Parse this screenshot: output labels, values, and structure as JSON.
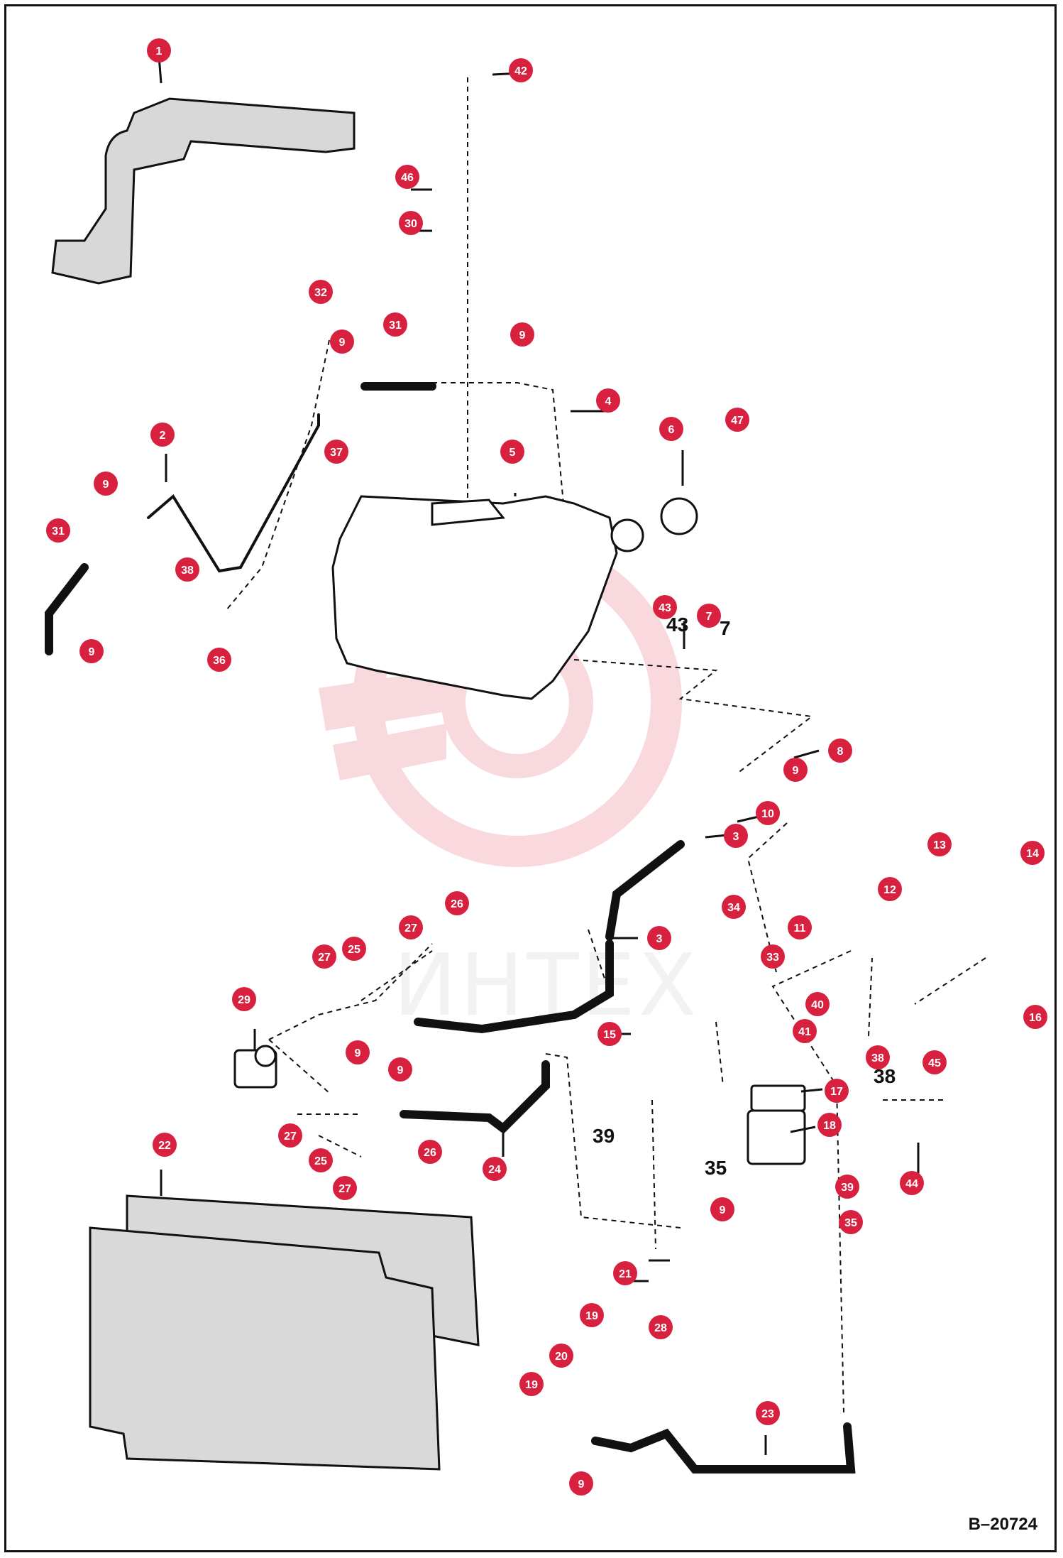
{
  "drawing_code": "B–20724",
  "watermark_text": "ИНТЕХ",
  "accent_color": "#d8203f",
  "line_color": "#111111",
  "callout_numbers": [
    "1",
    "42",
    "46",
    "30",
    "32",
    "9",
    "31",
    "9",
    "4",
    "2",
    "6",
    "47",
    "5",
    "37",
    "9",
    "31",
    "38",
    "43",
    "7",
    "36",
    "9",
    "8",
    "9",
    "10",
    "3",
    "13",
    "14",
    "12",
    "3",
    "34",
    "11",
    "26",
    "27",
    "33",
    "25",
    "27",
    "29",
    "40",
    "16",
    "15",
    "41",
    "9",
    "9",
    "38",
    "45",
    "17",
    "18",
    "27",
    "26",
    "25",
    "24",
    "27",
    "22",
    "44",
    "39",
    "35",
    "21",
    "19",
    "28",
    "20",
    "23",
    "19",
    "9",
    "9"
  ],
  "plain_labels": [
    "43",
    "7",
    "39",
    "35",
    "38"
  ]
}
